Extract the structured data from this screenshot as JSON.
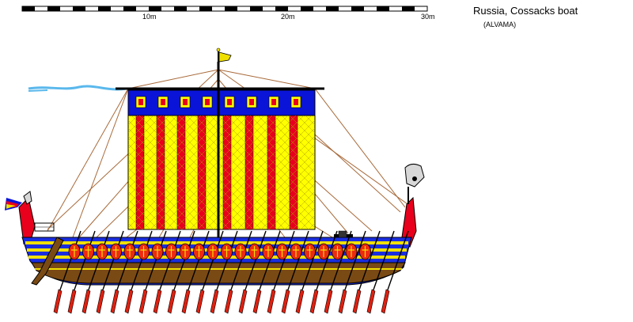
{
  "title": "Russia, Cossacks boat",
  "subtitle": "(ALVAMA)",
  "scale": {
    "ticks": [
      "10m",
      "20m",
      "30m"
    ]
  },
  "colors": {
    "sail_yellow": "#ffff00",
    "sail_red": "#e8001c",
    "sail_blue": "#0a14d8",
    "hull_brown": "#7a4a14",
    "hull_blue": "#1a2ee0",
    "hull_yellow": "#f0e000",
    "shield_red": "#ee2a10",
    "oar_red": "#e02010",
    "rope": "#a86a3a",
    "pennant": "#5ab8ec"
  }
}
